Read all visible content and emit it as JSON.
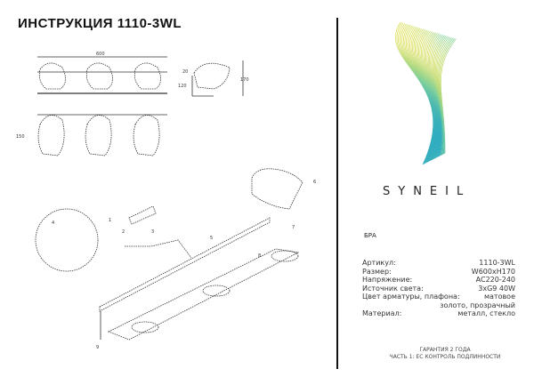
{
  "title": "ИНСТРУКЦИЯ 1110-3WL",
  "dimensions": {
    "width": "600",
    "depth": "120",
    "height": "170",
    "height_front": "150",
    "mount": "20"
  },
  "callouts": [
    "1",
    "2",
    "3",
    "4",
    "5",
    "6",
    "7",
    "8",
    "9"
  ],
  "brand": "SYNEIL",
  "logo_colors": {
    "start": "#e8e04a",
    "mid": "#7ccf9a",
    "end": "#1aa3c8"
  },
  "product_type": "БРА",
  "specs": [
    {
      "label": "Артикул:",
      "value": "1110-3WL"
    },
    {
      "label": "Размер:",
      "value": "W600xH170"
    },
    {
      "label": "Напряжение:",
      "value": "AC220-240"
    },
    {
      "label": "Источник света:",
      "value": "3xG9 40W"
    },
    {
      "label": "Цвет арматуры, плафона:",
      "value": "матовое"
    }
  ],
  "spec_continuation": "золото, прозрачный",
  "material": {
    "label": "Материал:",
    "value": "металл, стекло"
  },
  "warranty": [
    "ГАРАНТИЯ 2 ГОДА",
    "ЧАСТЬ 1: ЕС КОНТРОЛЬ ПОДЛИННОСТИ"
  ]
}
